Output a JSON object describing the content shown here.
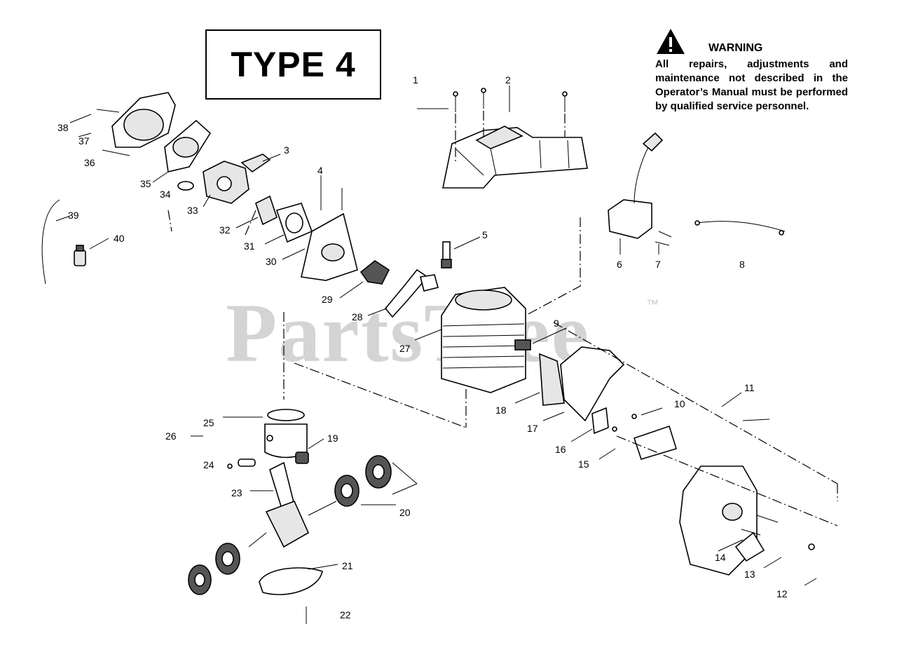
{
  "diagram": {
    "type_label": "TYPE 4",
    "warning": {
      "title": "WARNING",
      "text": "All repairs, adjustments and maintenance not described in the Operator’s Manual must be performed by qualified service personnel.",
      "icon": "warning-triangle-icon"
    },
    "watermark": {
      "text": "PartsTree",
      "trademark": "™"
    },
    "callouts": [
      "1",
      "2",
      "3",
      "4",
      "5",
      "6",
      "7",
      "8",
      "9",
      "10",
      "11",
      "12",
      "13",
      "14",
      "15",
      "16",
      "17",
      "18",
      "19",
      "20",
      "21",
      "22",
      "23",
      "24",
      "25",
      "26",
      "27",
      "28",
      "29",
      "30",
      "31",
      "32",
      "33",
      "34",
      "35",
      "36",
      "37",
      "38",
      "39",
      "40"
    ]
  }
}
